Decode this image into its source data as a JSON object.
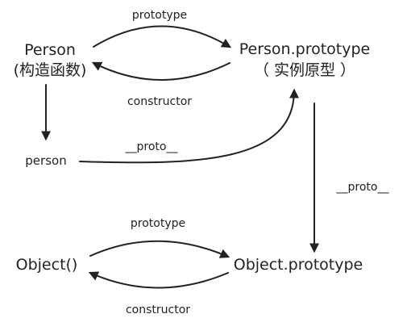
{
  "nodes": {
    "person_ctor": {
      "title": "Person",
      "subtitle": "(构造函数)"
    },
    "person_proto": {
      "title": "Person.prototype",
      "subtitle": "（ 实例原型 ）"
    },
    "person_instance": {
      "title": "person"
    },
    "object_ctor": {
      "title": "Object()"
    },
    "object_proto": {
      "title": "Object.prototype"
    }
  },
  "edges": {
    "person_prototype": "prototype",
    "person_constructor": "constructor",
    "person_proto_link": "__proto__",
    "proto_chain_link": "__proto__",
    "object_prototype": "prototype",
    "object_constructor": "constructor"
  },
  "colors": {
    "stroke": "#222222",
    "text": "#222222",
    "background": "#ffffff"
  }
}
